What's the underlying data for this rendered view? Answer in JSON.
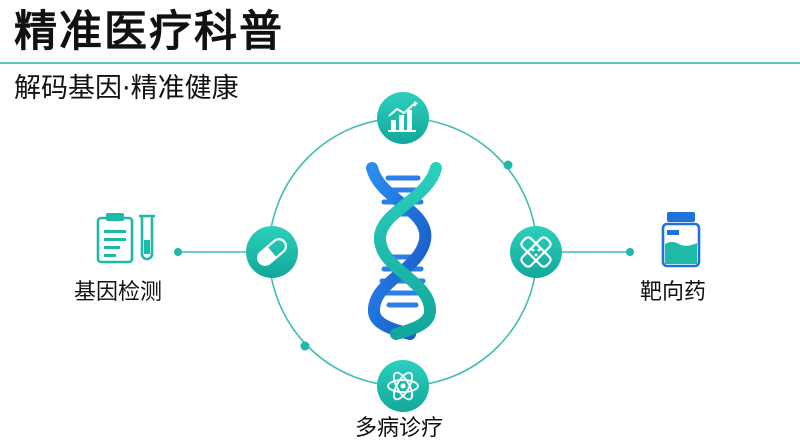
{
  "header": {
    "title": "精准医疗科普",
    "subtitle": "解码基因·精准健康"
  },
  "diagram": {
    "left_label": "基因检测",
    "right_label": "靶向药",
    "bottom_label": "多病诊疗",
    "icons": {
      "top": "bar-chart-icon",
      "left_node": "capsule-icon",
      "right_node": "bandage-icon",
      "bottom_node": "atom-icon",
      "left_far": "clipboard-test-tube-icon",
      "right_far": "medicine-bottle-icon",
      "center": "dna-helix-icon"
    },
    "colors": {
      "accent": "#22b8a8",
      "line": "#3fbfb3",
      "blue": "#1e72d8",
      "teal": "#20c2b0"
    }
  }
}
